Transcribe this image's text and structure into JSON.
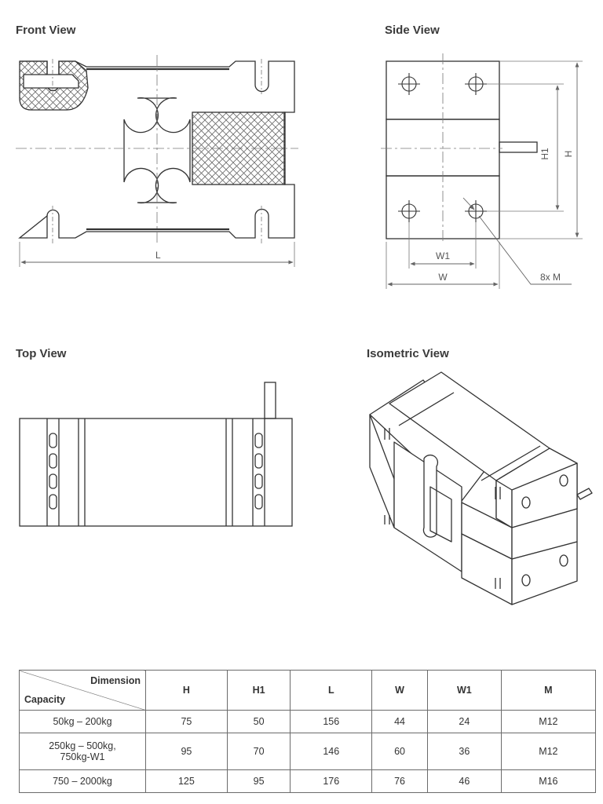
{
  "views": {
    "front": "Front View",
    "side": "Side View",
    "top": "Top View",
    "isometric": "Isometric View"
  },
  "dimension_labels": {
    "L": "L",
    "W1": "W1",
    "W": "W",
    "H1": "H1",
    "H": "H",
    "M": "8x M"
  },
  "table": {
    "corner_top": "Dimension",
    "corner_bottom": "Capacity",
    "columns": [
      "H",
      "H1",
      "L",
      "W",
      "W1",
      "M"
    ],
    "rows": [
      {
        "capacity": "50kg – 200kg",
        "values": [
          "75",
          "50",
          "156",
          "44",
          "24",
          "M12"
        ]
      },
      {
        "capacity": "250kg – 500kg,\n750kg-W1",
        "values": [
          "95",
          "70",
          "146",
          "60",
          "36",
          "M12"
        ]
      },
      {
        "capacity": "750 – 2000kg",
        "values": [
          "125",
          "95",
          "176",
          "76",
          "46",
          "M16"
        ]
      }
    ]
  }
}
